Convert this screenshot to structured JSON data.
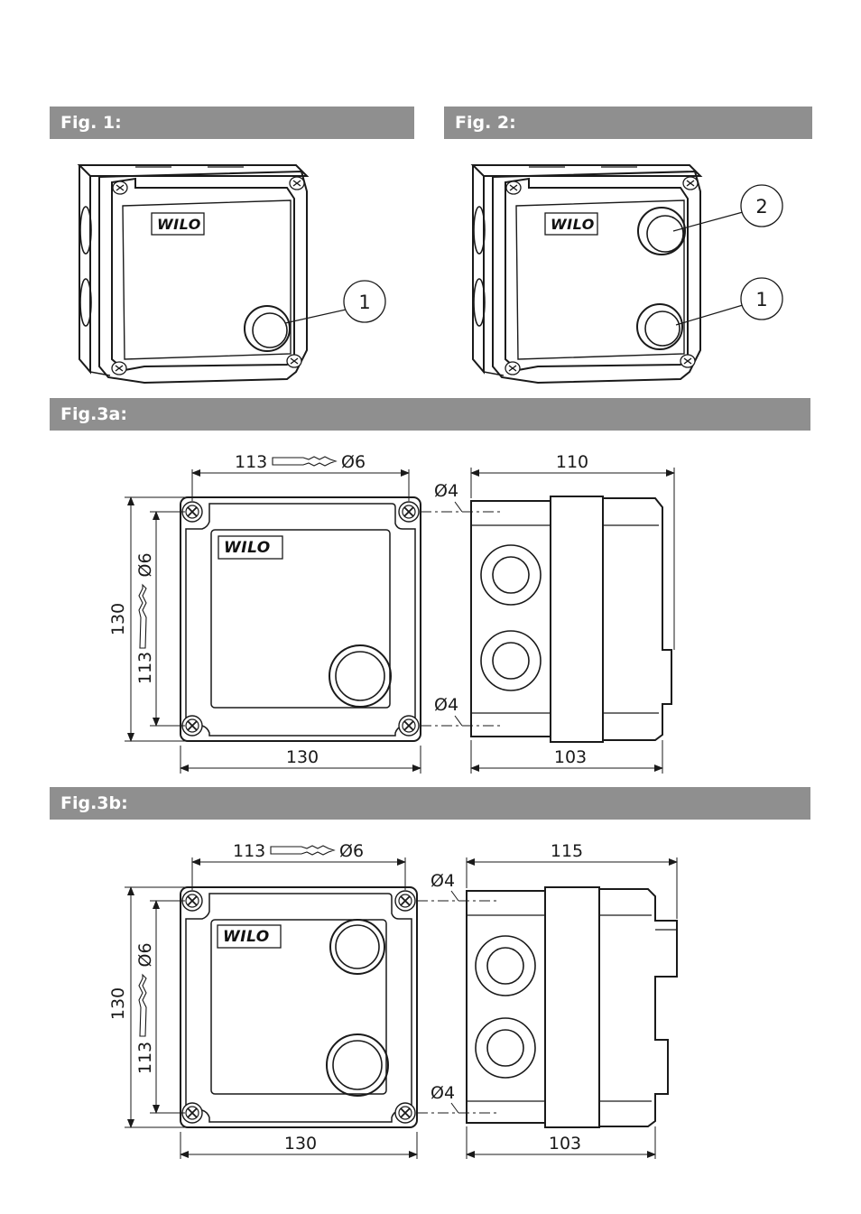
{
  "headers": {
    "fig1": "Fig. 1:",
    "fig2": "Fig. 2:",
    "fig3a": "Fig.3a:",
    "fig3b": "Fig.3b:"
  },
  "brand": "WILO",
  "callouts": {
    "fig1_item": "1",
    "fig2_item_top": "2",
    "fig2_item_bottom": "1"
  },
  "fig3a": {
    "hole_spacing_top": "113",
    "drill_top": "Ø6",
    "depth_top": "110",
    "hole_top_right": "Ø4",
    "hole_bottom_right": "Ø4",
    "height_outer": "130",
    "drill_left": "Ø6",
    "hole_spacing_left": "113",
    "width_outer": "130",
    "depth_bottom": "103"
  },
  "fig3b": {
    "hole_spacing_top": "113",
    "drill_top": "Ø6",
    "depth_top": "115",
    "hole_top_right": "Ø4",
    "hole_bottom_right": "Ø4",
    "height_outer": "130",
    "drill_left": "Ø6",
    "hole_spacing_left": "113",
    "width_outer": "130",
    "depth_bottom": "103"
  }
}
